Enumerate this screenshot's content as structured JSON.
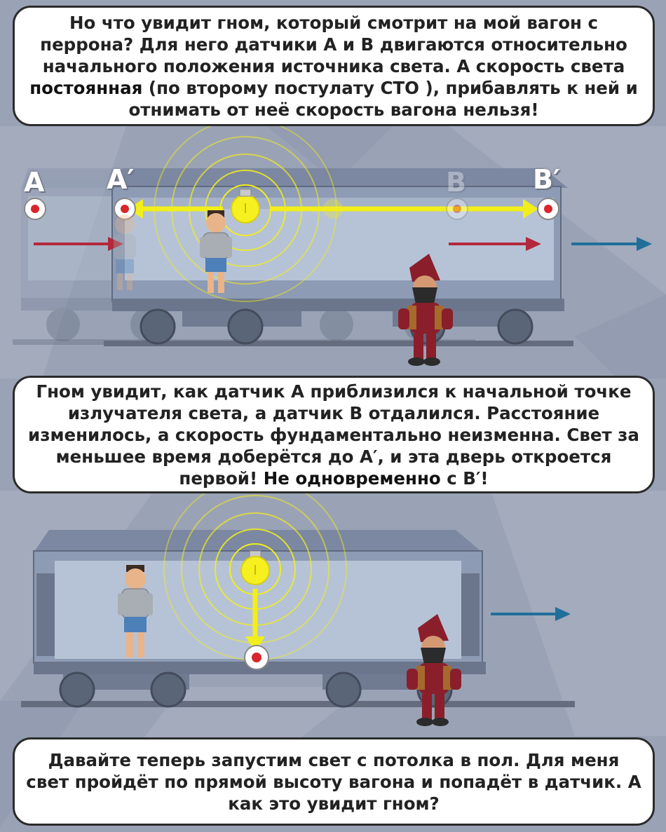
{
  "panel1": {
    "text": "Но что увидит гном, который смотрит на мой вагон с перрона? Для него датчики А и B двигаются относительно начального положения источника света. А скорость света",
    "bold": "постоянная",
    "text_after": " (по второму постулату СТО ), прибавлять к ней и отнимать от неё скорость вагона нельзя!"
  },
  "labels": {
    "a": "A",
    "a_prime": "A′",
    "b": "B",
    "b_prime": "B′"
  },
  "panel2": {
    "text": "Гном увидит, как датчик А приблизился к начальной точке излучателя света, а датчик В отдалился. Расстояние изменилось, а скорость фундаментально неизменна. Свет за меньшее время доберётся до А′, и эта дверь откроется первой! ",
    "bold": "Не одновременно",
    "text_after": " с В′!"
  },
  "panel3": {
    "text": "Давайте теперь запустим свет с потолка в пол. Для меня свет пройдёт по прямой высоту вагона и попадёт в датчик. А как это увидит гном?"
  },
  "colors": {
    "background": "#9aa3b6",
    "wagon": "#8e9bb4",
    "light_ray": "#f2ee1a",
    "motion_arrow_red": "#b3283a",
    "motion_arrow_blue": "#1f6f9a"
  }
}
